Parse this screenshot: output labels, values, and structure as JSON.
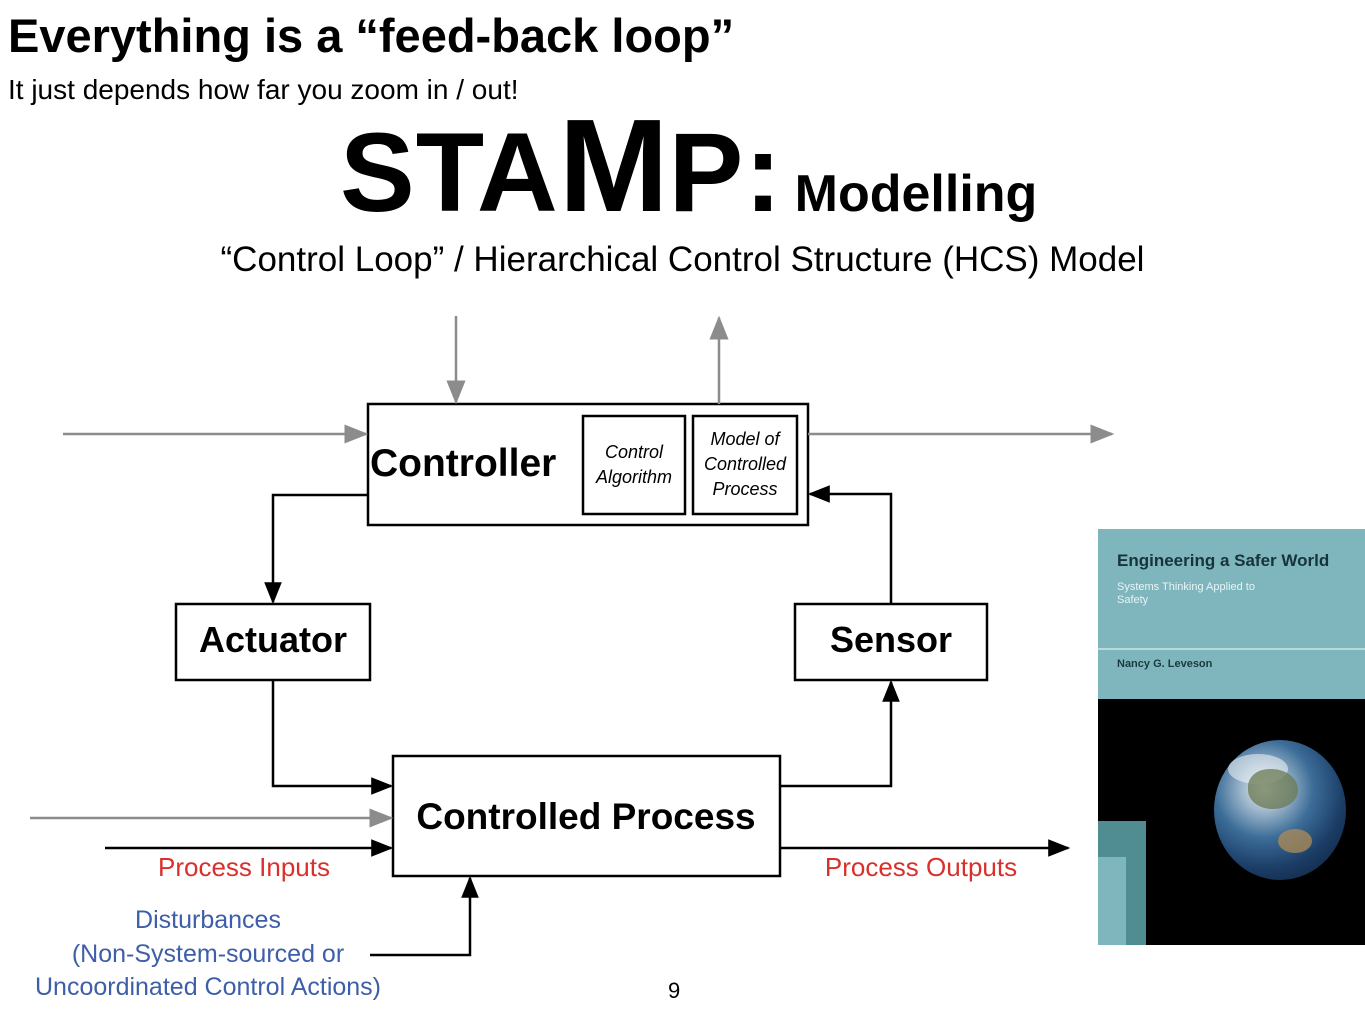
{
  "slide": {
    "title": "Everything is a “feed-back loop”",
    "subtitle": "It just depends how far you zoom in / out!",
    "stamp_letters": {
      "s": "S",
      "t": "T",
      "a": "A",
      "m": "M",
      "p": "P",
      "colon": ":"
    },
    "stamp_suffix": "Modelling",
    "model_caption": "“Control Loop” / Hierarchical Control Structure (HCS) Model",
    "page_number": "9"
  },
  "diagram": {
    "controller": "Controller",
    "control_algorithm": [
      "Control",
      "Algorithm"
    ],
    "model_of_process": [
      "Model of",
      "Controlled",
      "Process"
    ],
    "actuator": "Actuator",
    "sensor": "Sensor",
    "controlled_process": "Controlled Process",
    "process_inputs": "Process Inputs",
    "process_outputs": "Process Outputs",
    "disturbances": [
      "Disturbances",
      "(Non-System-sourced or",
      "Uncoordinated Control Actions)"
    ],
    "colors": {
      "red_label": "#d9302c",
      "blue_label": "#3d5ea8",
      "gray_arrow": "#8c8c8c",
      "black": "#000000"
    }
  },
  "book": {
    "title": "Engineering a Safer World",
    "subtitle": "Systems Thinking Applied to Safety",
    "author": "Nancy G. Leveson",
    "colors": {
      "top": "#7fb6bd",
      "bottom": "#000000",
      "strip": "#4f8d92"
    }
  }
}
